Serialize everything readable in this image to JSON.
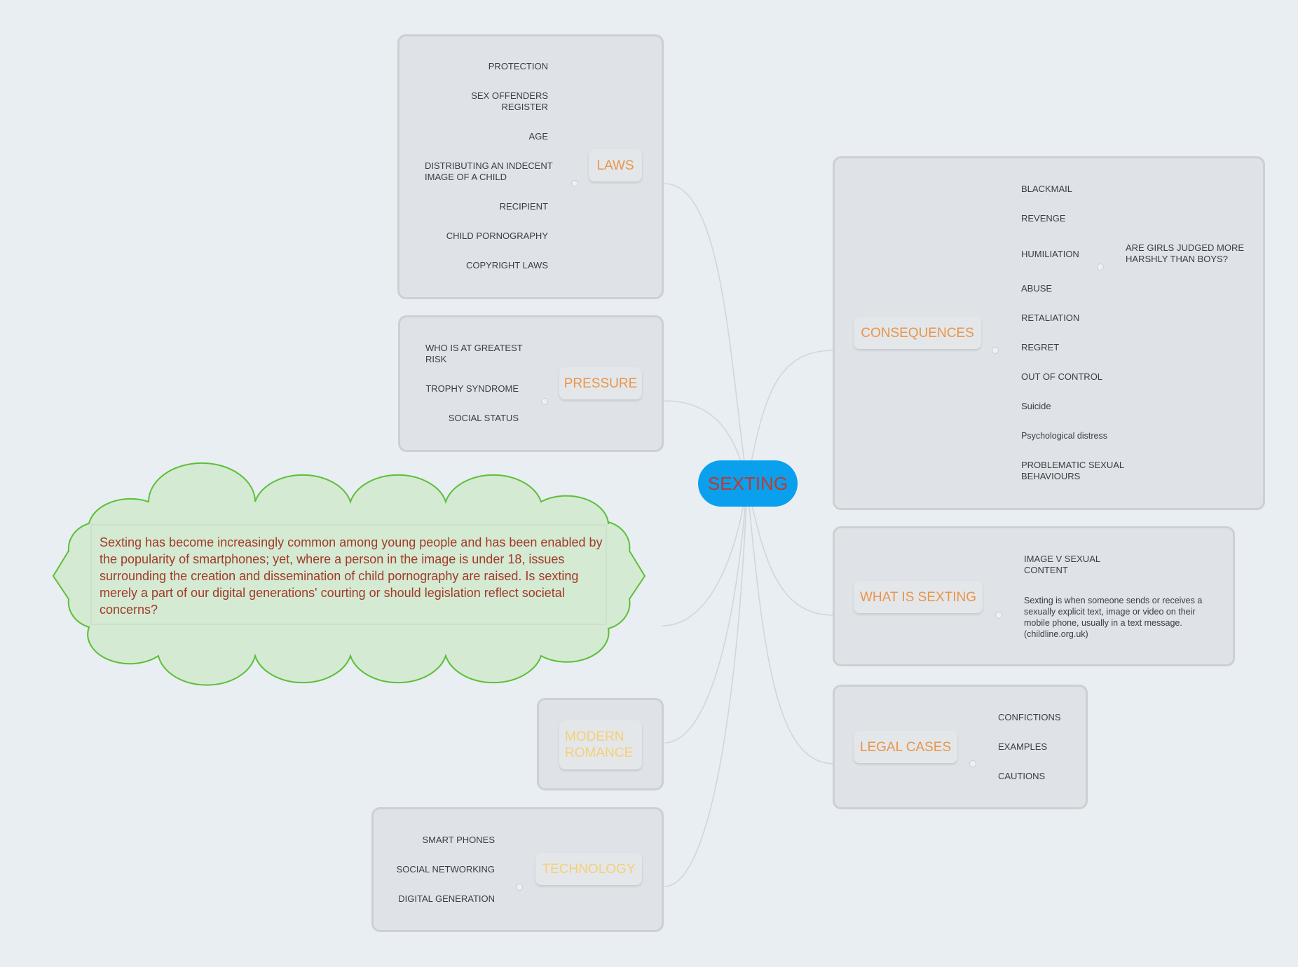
{
  "root": {
    "label": "SEXTING"
  },
  "colors": {
    "background": "#e8eef1",
    "panel": "#dfe3e7",
    "root_fill": "#0aa0ee",
    "root_text": "#c0392b",
    "topic_orange": "#e8954a",
    "topic_yellow": "#f5cf77",
    "cloud_fill": "#d4ead2",
    "cloud_stroke": "#5cbf37",
    "cloud_text": "#a33a2a"
  },
  "laws": {
    "label": "LAWS",
    "items": [
      "PROTECTION",
      "SEX OFFENDERS REGISTER",
      "AGE",
      "DISTRIBUTING AN INDECENT IMAGE OF A CHILD",
      "RECIPIENT",
      "CHILD PORNOGRAPHY",
      "COPYRIGHT LAWS"
    ]
  },
  "pressure": {
    "label": "PRESSURE",
    "items": [
      "WHO IS AT GREATEST RISK",
      "TROPHY SYNDROME",
      "SOCIAL STATUS"
    ]
  },
  "cloud": {
    "text": "Sexting has become increasingly common among young people and has been enabled by the popularity of smartphones; yet, where a person in the image is under 18, issues surrounding the creation and dissemination of child pornography are raised.  Is sexting merely a part of our digital generations' courting or should legislation reflect societal concerns?"
  },
  "modern_romance": {
    "label": "MODERN ROMANCE"
  },
  "technology": {
    "label": "TECHNOLOGY",
    "items": [
      "SMART PHONES",
      "SOCIAL NETWORKING",
      "DIGITAL GENERATION"
    ]
  },
  "consequences": {
    "label": "CONSEQUENCES",
    "items": [
      "BLACKMAIL",
      "REVENGE",
      "HUMILIATION",
      "ABUSE",
      "RETALIATION",
      "REGRET",
      "OUT OF CONTROL",
      "Suicide",
      "Psychological distress",
      "PROBLEMATIC SEXUAL BEHAVIOURS"
    ],
    "humiliation_sub": "ARE GIRLS JUDGED MORE HARSHLY THAN BOYS?"
  },
  "what_is_sexting": {
    "label": "WHAT IS SEXTING",
    "items": [
      "IMAGE V SEXUAL CONTENT",
      "Sexting is when someone sends or receives a sexually explicit text, image or video on their mobile phone, usually in a text message. (childline.org.uk)"
    ]
  },
  "legal_cases": {
    "label": "LEGAL CASES",
    "items": [
      "CONFICTIONS",
      "EXAMPLES",
      "CAUTIONS"
    ]
  }
}
